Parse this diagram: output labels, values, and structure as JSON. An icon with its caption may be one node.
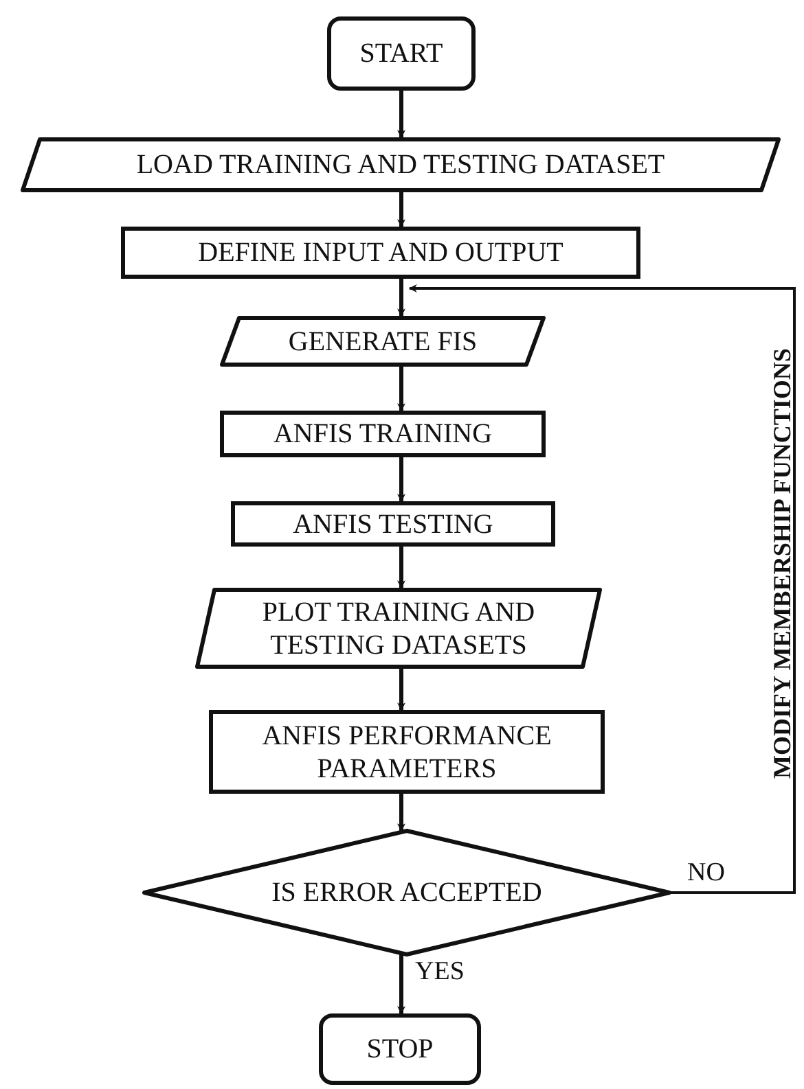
{
  "diagram": {
    "nodes": [
      {
        "text": [
          "START"
        ]
      },
      {
        "text": [
          "LOAD TRAINING AND TESTING DATASET"
        ]
      },
      {
        "text": [
          "DEFINE INPUT AND OUTPUT"
        ]
      },
      {
        "text": [
          "GENERATE FIS"
        ]
      },
      {
        "text": [
          "ANFIS TRAINING"
        ]
      },
      {
        "text": [
          "ANFIS TESTING"
        ]
      },
      {
        "text": [
          "PLOT TRAINING AND TESTING DATASETS"
        ]
      },
      {
        "text": [
          "ANFIS PERFORMANCE PARAMETERS"
        ]
      },
      {
        "text": [
          "IS ERROR ACCEPTED"
        ]
      },
      {
        "text": [
          "STOP"
        ]
      }
    ],
    "edges": [
      {
        "from": 0,
        "to": 1,
        "arrow": "to"
      },
      {
        "from": 1,
        "to": 2,
        "arrow": "to"
      },
      {
        "from": 2,
        "to": 3,
        "arrow": "to"
      },
      {
        "from": 3,
        "to": 4,
        "arrow": "to"
      },
      {
        "from": 4,
        "to": 5,
        "arrow": "to"
      },
      {
        "from": 5,
        "to": 6,
        "arrow": "to"
      },
      {
        "from": 6,
        "to": 7,
        "arrow": "to"
      },
      {
        "from": 7,
        "to": 8,
        "arrow": "to"
      },
      {
        "from": 8,
        "to": 9,
        "arrow": "to",
        "label": "YES"
      },
      {
        "from": 8,
        "to": 3,
        "arrow": "to",
        "label": "NO"
      }
    ],
    "labels": [
      "MODIFY MEMBERSHIP FUNCTIONS"
    ]
  }
}
